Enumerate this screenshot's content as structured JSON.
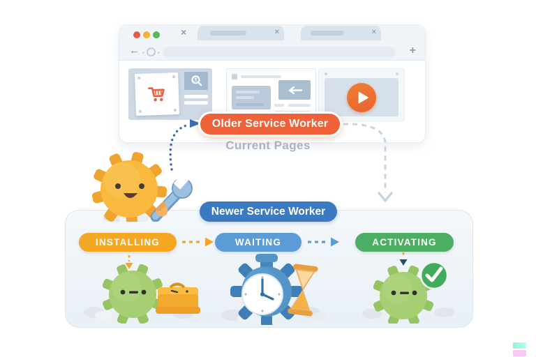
{
  "browser": {
    "traffic_lights": [
      {
        "name": "close",
        "color": "#e25c4c"
      },
      {
        "name": "minimize",
        "color": "#f2b233"
      },
      {
        "name": "maximize",
        "color": "#58b65c"
      }
    ],
    "icons": {
      "tab_close": "×",
      "new_tab": "+",
      "back": "←"
    }
  },
  "flow": {
    "older_badge": {
      "label": "Older Service Worker",
      "color": "#ef6138"
    },
    "current_pages_label": "Current Pages",
    "newer_badge": {
      "label": "Newer Service Worker",
      "color": "#3b7ac1"
    },
    "arrow_colors": {
      "pages_to_older": "#3a6db5",
      "older_to_newer": "#c9d4df"
    }
  },
  "lifecycle": {
    "states": [
      {
        "label": "INSTALLING",
        "color": "#f6a722"
      },
      {
        "label": "WAITING",
        "color": "#5b9bd6"
      },
      {
        "label": "ACTIVATING",
        "color": "#4bae63"
      }
    ]
  },
  "illustrations": {
    "mascot": "gear-character-holding-wrench",
    "installing": "gear-with-toolbox",
    "waiting": "gear-with-clock-and-hourglass",
    "activating": "gear-with-checkmark"
  },
  "watermark_colors": {
    "mint": "#9cf6d8",
    "pink": "#f9c8f3"
  }
}
